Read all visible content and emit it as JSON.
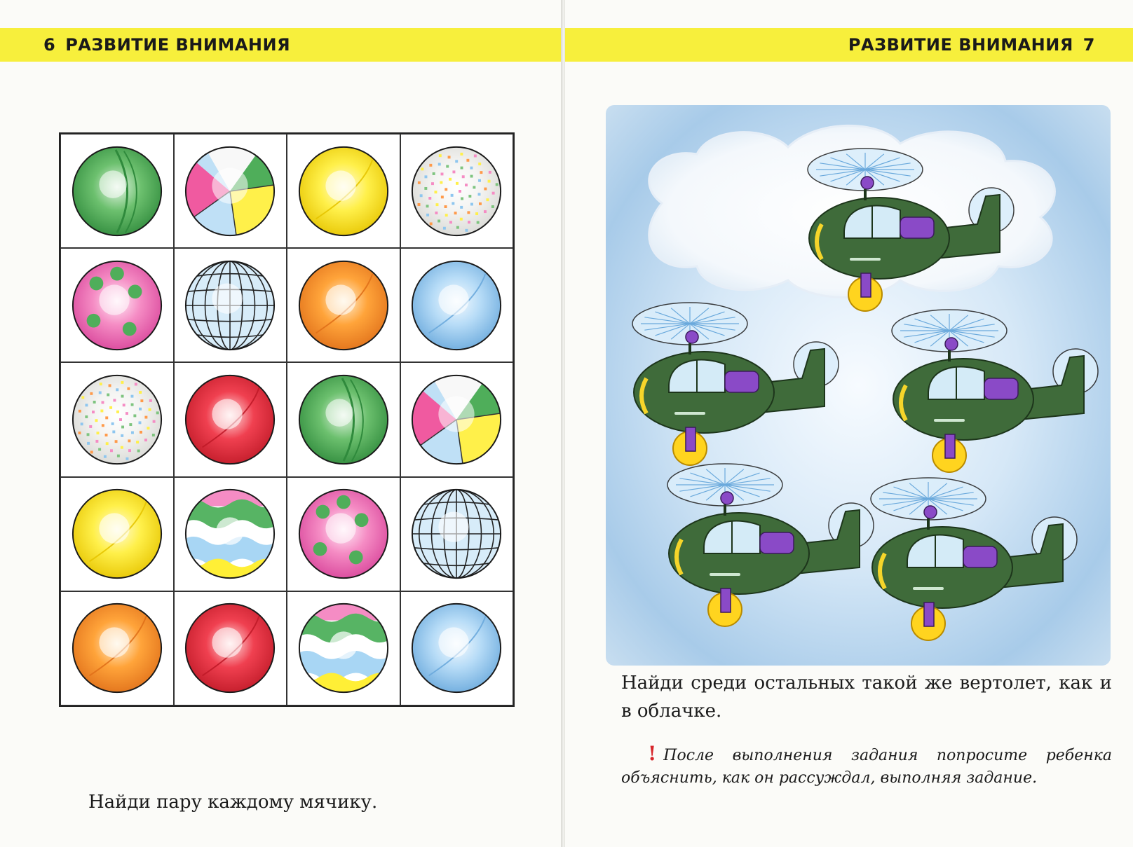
{
  "left_page": {
    "page_number": "6",
    "header_title": "РАЗВИТИЕ ВНИМАНИЯ",
    "caption": "Найди пару каждому мячику.",
    "balls": [
      [
        "green-striped",
        "beach-segmented",
        "yellow-plain",
        "white-confetti"
      ],
      [
        "pink-dotted",
        "globe-lined",
        "orange-plain",
        "blue-plain"
      ],
      [
        "white-confetti",
        "red-plain",
        "green-striped",
        "beach-segmented"
      ],
      [
        "yellow-plain",
        "wavy-bands",
        "pink-dotted",
        "globe-lined"
      ],
      [
        "orange-plain",
        "red-plain",
        "wavy-bands",
        "blue-plain"
      ]
    ]
  },
  "right_page": {
    "page_number": "7",
    "header_title": "РАЗВИТИЕ ВНИМАНИЯ",
    "caption": "Найди среди остальных такой же вертолет, как и в облачке.",
    "note_mark": "!",
    "note": "После выполнения задания попросите ребенка объяснить, как он рассуждал, выполняя задание.",
    "icons": [
      "cloud-icon",
      "helicopter-icon"
    ]
  }
}
